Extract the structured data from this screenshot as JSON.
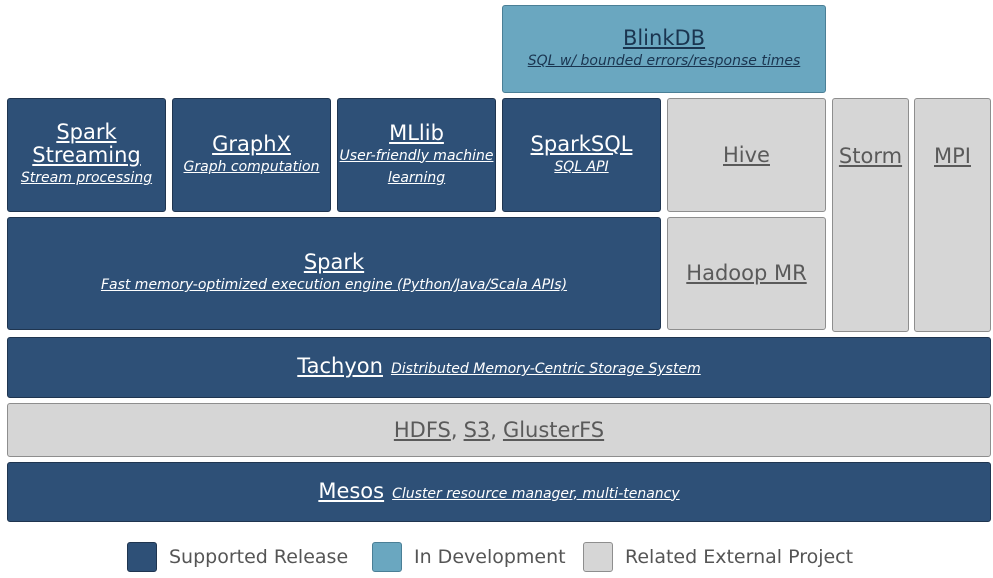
{
  "blinkdb": {
    "name": "BlinkDB",
    "desc": "SQL w/ bounded errors/response times"
  },
  "spark_streaming": {
    "name_line1": "Spark",
    "name_line2": "Streaming",
    "desc": "Stream processing"
  },
  "graphx": {
    "name": "GraphX",
    "desc": "Graph computation"
  },
  "mllib": {
    "name": "MLlib",
    "desc_line1": "User-friendly machine",
    "desc_line2": "learning"
  },
  "sparksql": {
    "name": "SparkSQL",
    "desc": "SQL API"
  },
  "hive": {
    "name": "Hive"
  },
  "storm": {
    "name": "Storm"
  },
  "mpi": {
    "name": "MPI"
  },
  "spark": {
    "name": "Spark",
    "desc": "Fast memory-optimized execution engine (Python/Java/Scala APIs)"
  },
  "hadoop_mr": {
    "name": "Hadoop MR"
  },
  "tachyon": {
    "name": "Tachyon",
    "desc": "Distributed Memory-Centric Storage System"
  },
  "storage": {
    "hdfs": "HDFS",
    "s3": "S3",
    "glusterfs": "GlusterFS",
    "separator": ","
  },
  "mesos": {
    "name": "Mesos",
    "desc": "Cluster resource manager, multi-tenancy"
  },
  "legend": [
    {
      "label": "Supported Release",
      "color": "#2e5077"
    },
    {
      "label": "In Development",
      "color": "#6aa7c0"
    },
    {
      "label": "Related External Project",
      "color": "#d6d6d6"
    }
  ]
}
